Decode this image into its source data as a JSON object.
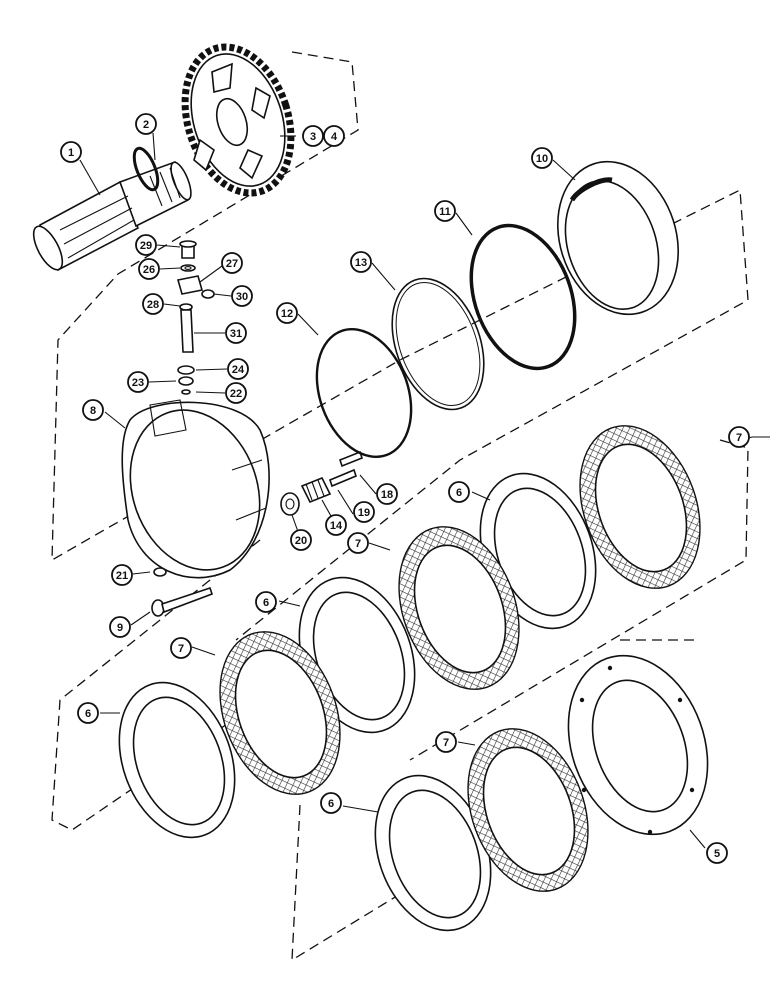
{
  "diagram": {
    "callouts": [
      {
        "id": "c1",
        "label": "1"
      },
      {
        "id": "c2",
        "label": "2"
      },
      {
        "id": "c3",
        "label": "3"
      },
      {
        "id": "c4",
        "label": "4"
      },
      {
        "id": "c5",
        "label": "5"
      },
      {
        "id": "c6a",
        "label": "6"
      },
      {
        "id": "c6b",
        "label": "6"
      },
      {
        "id": "c6c",
        "label": "6"
      },
      {
        "id": "c6d",
        "label": "6"
      },
      {
        "id": "c7a",
        "label": "7"
      },
      {
        "id": "c7b",
        "label": "7"
      },
      {
        "id": "c7c",
        "label": "7"
      },
      {
        "id": "c7d",
        "label": "7"
      },
      {
        "id": "c8",
        "label": "8"
      },
      {
        "id": "c9",
        "label": "9"
      },
      {
        "id": "c10",
        "label": "10"
      },
      {
        "id": "c11",
        "label": "11"
      },
      {
        "id": "c12",
        "label": "12"
      },
      {
        "id": "c13",
        "label": "13"
      },
      {
        "id": "c14",
        "label": "14"
      },
      {
        "id": "c18",
        "label": "18"
      },
      {
        "id": "c19",
        "label": "19"
      },
      {
        "id": "c20",
        "label": "20"
      },
      {
        "id": "c21",
        "label": "21"
      },
      {
        "id": "c22",
        "label": "22"
      },
      {
        "id": "c23",
        "label": "23"
      },
      {
        "id": "c24",
        "label": "24"
      },
      {
        "id": "c26",
        "label": "26"
      },
      {
        "id": "c27",
        "label": "27"
      },
      {
        "id": "c28",
        "label": "28"
      },
      {
        "id": "c29",
        "label": "29"
      },
      {
        "id": "c30",
        "label": "30"
      },
      {
        "id": "c31",
        "label": "31"
      }
    ]
  }
}
